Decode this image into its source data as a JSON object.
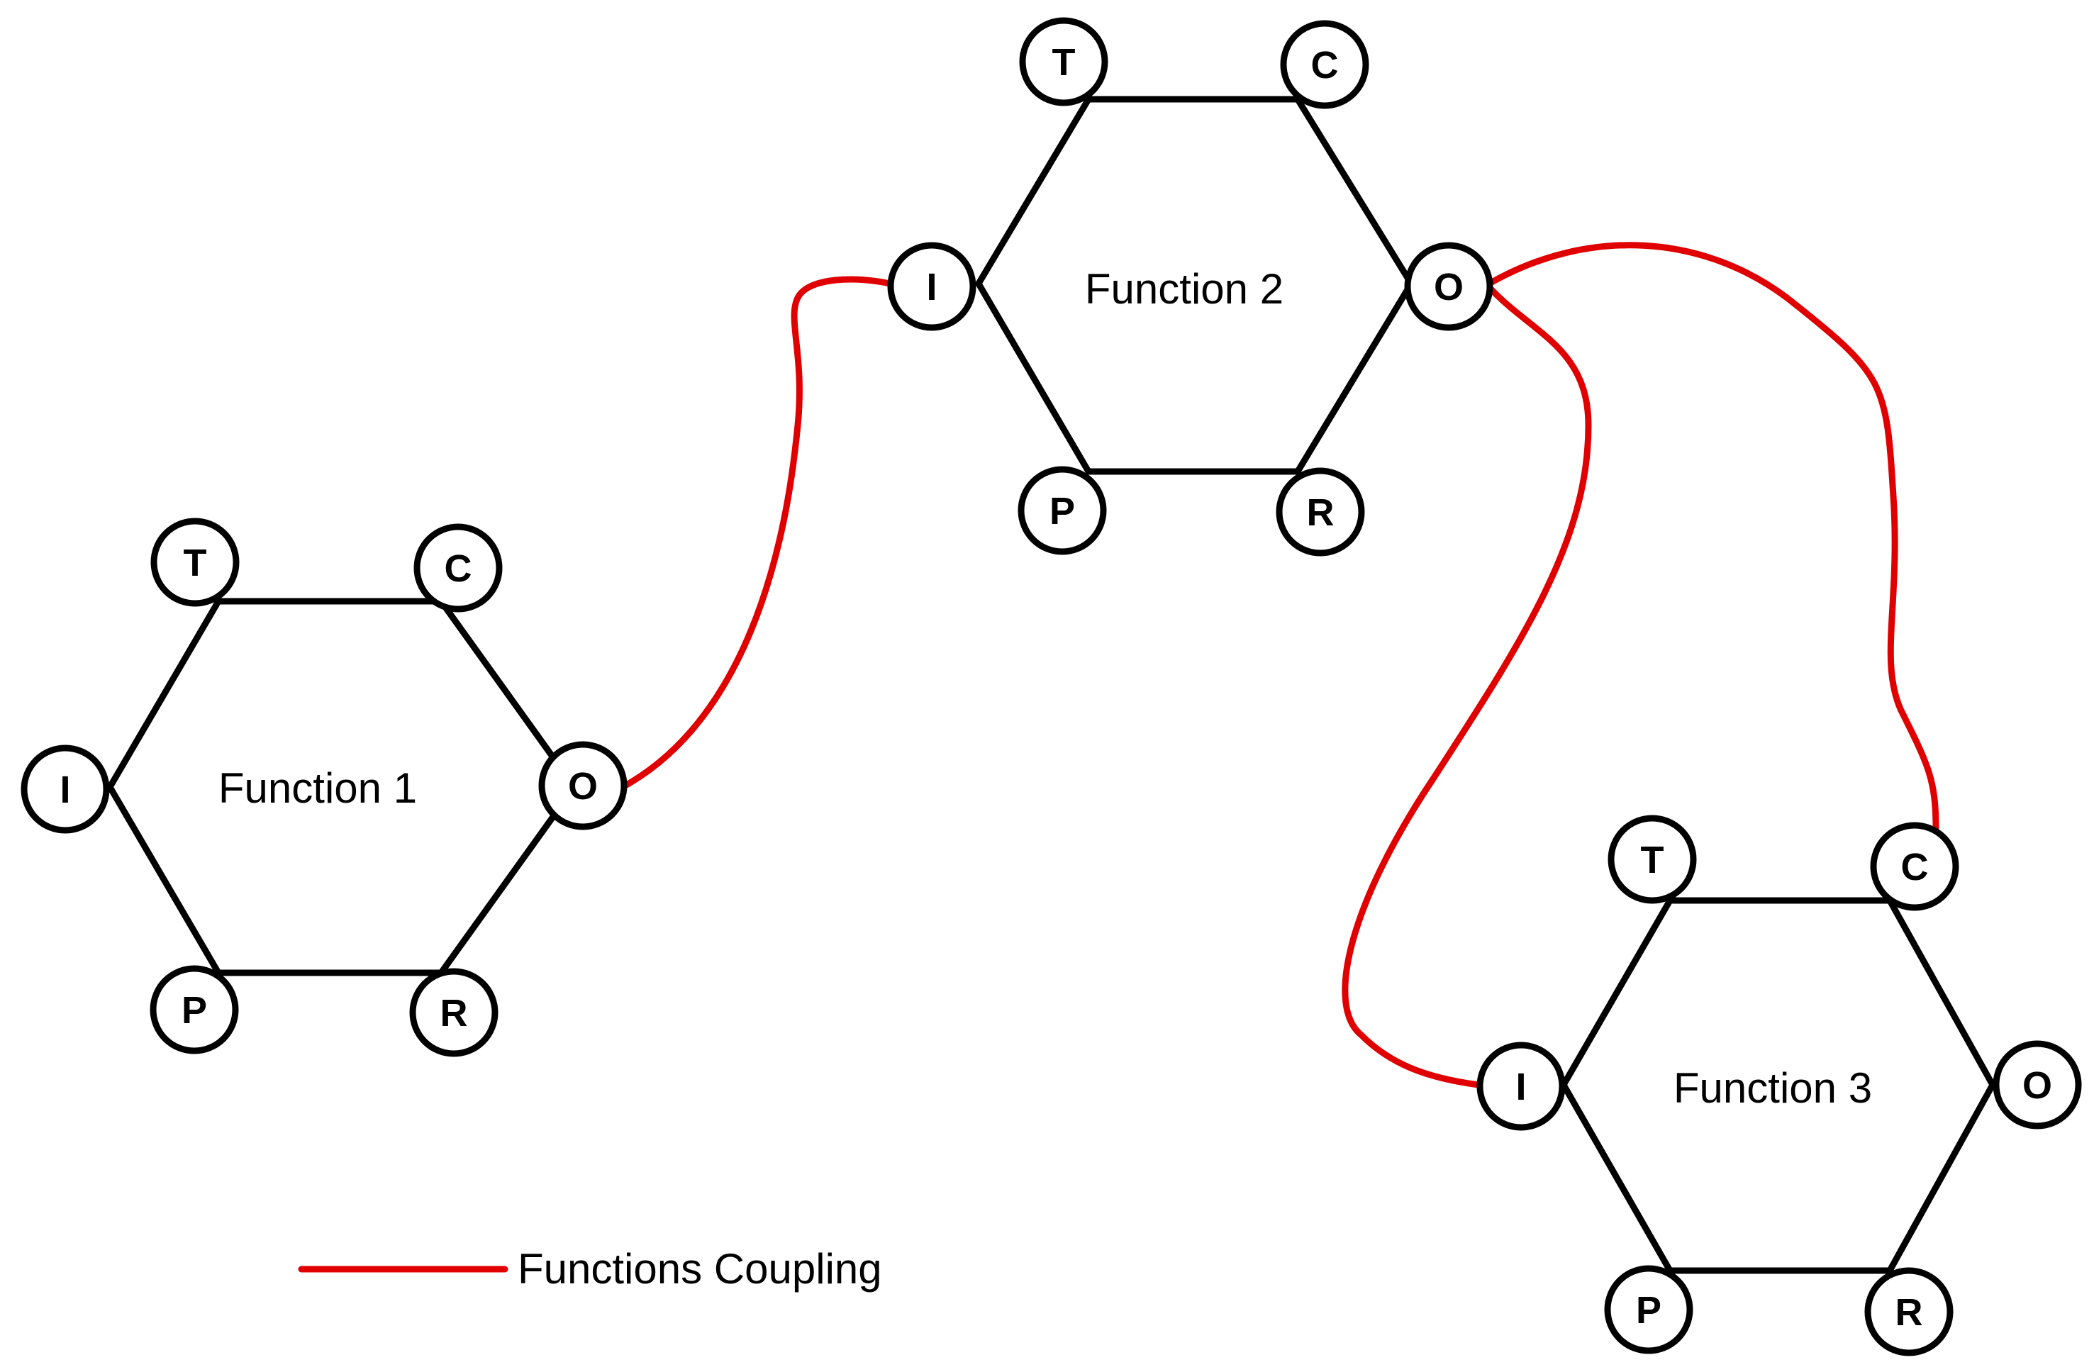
{
  "functions": [
    {
      "label": "Function 1",
      "nodes": {
        "T": "T",
        "C": "C",
        "O": "O",
        "R": "R",
        "P": "P",
        "I": "I"
      }
    },
    {
      "label": "Function 2",
      "nodes": {
        "T": "T",
        "C": "C",
        "O": "O",
        "R": "R",
        "P": "P",
        "I": "I"
      }
    },
    {
      "label": "Function 3",
      "nodes": {
        "T": "T",
        "C": "C",
        "O": "O",
        "R": "R",
        "P": "P",
        "I": "I"
      }
    }
  ],
  "couplings": [
    {
      "from": "Function 1 O",
      "to": "Function 2 I"
    },
    {
      "from": "Function 2 O",
      "to": "Function 3 I"
    },
    {
      "from": "Function 2 O",
      "to": "Function 3 C"
    }
  ],
  "legend": {
    "label": "Functions Coupling"
  },
  "colors": {
    "coupling": "#e10000",
    "outline": "#000000"
  }
}
